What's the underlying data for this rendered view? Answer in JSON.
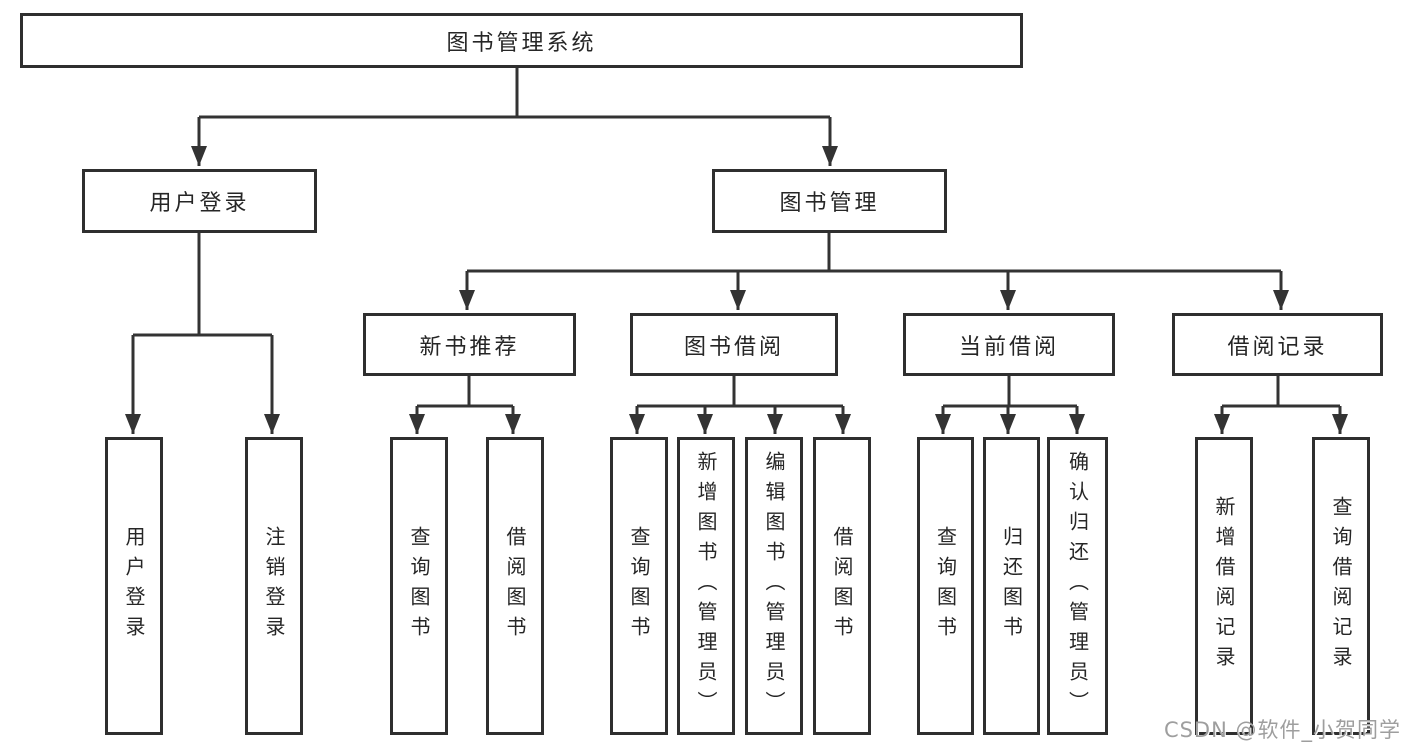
{
  "tree": {
    "root": "图书管理系统",
    "branches": [
      {
        "label": "用户登录",
        "children": [
          "用户登录",
          "注销登录"
        ]
      },
      {
        "label": "图书管理",
        "sections": [
          {
            "label": "新书推荐",
            "children": [
              "查询图书",
              "借阅图书"
            ]
          },
          {
            "label": "图书借阅",
            "children": [
              "查询图书",
              "新增图书（管理员）",
              "编辑图书（管理员）",
              "借阅图书"
            ]
          },
          {
            "label": "当前借阅",
            "children": [
              "查询图书",
              "归还图书",
              "确认归还（管理员）"
            ]
          },
          {
            "label": "借阅记录",
            "children": [
              "新增借阅记录",
              "查询借阅记录"
            ]
          }
        ]
      }
    ]
  },
  "watermark": "CSDN @软件_小贺同学",
  "colors": {
    "line": "#333333",
    "box_border": "#2f2f2f",
    "text": "#262626",
    "watermark": "#9e9e9e",
    "background": "#ffffff"
  }
}
